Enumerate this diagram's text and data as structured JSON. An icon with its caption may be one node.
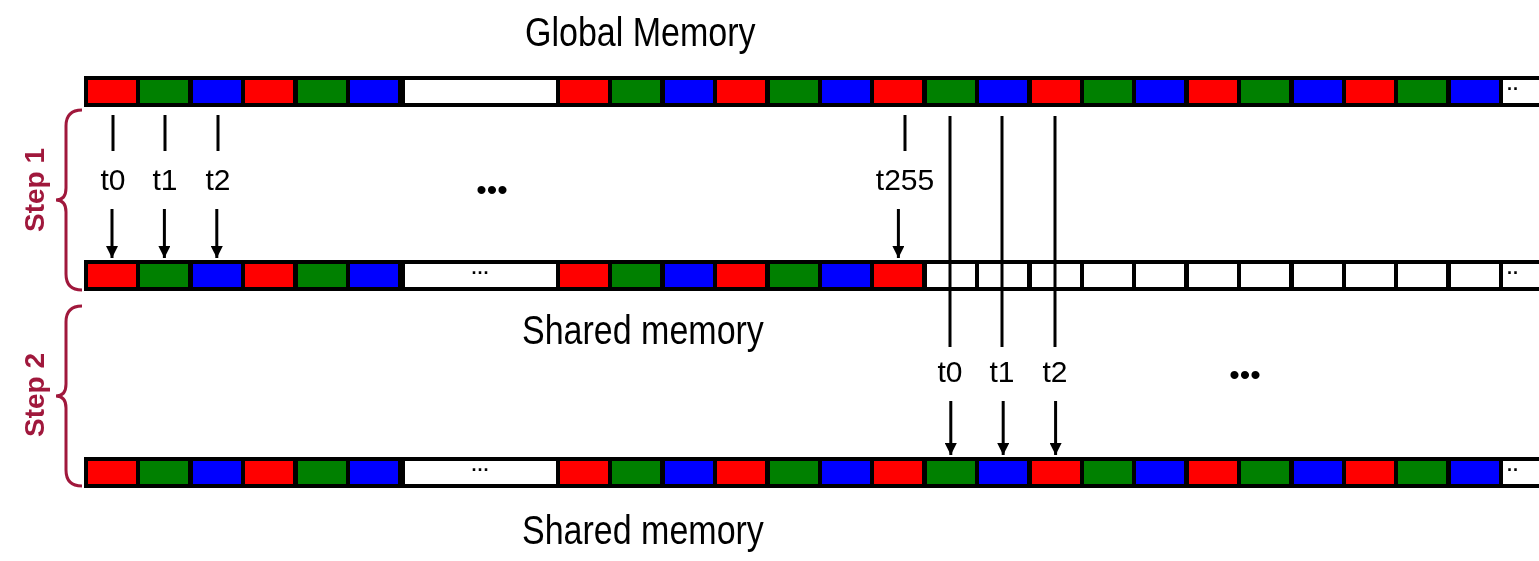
{
  "diagram": {
    "nodes": [
      {
        "text": [
          "Global Memory"
        ]
      },
      {
        "text": [],
        "shape": "box",
        "in": 0
      },
      {
        "text": [],
        "shape": "box",
        "in": 0
      },
      {
        "text": [],
        "shape": "box",
        "in": 0
      },
      {
        "text": [],
        "shape": "box",
        "in": 0
      },
      {
        "text": [],
        "shape": "box",
        "in": 0
      },
      {
        "text": [],
        "shape": "box",
        "in": 0
      },
      {
        "text": [],
        "shape": "box",
        "in": 0
      },
      {
        "text": [
          "t0"
        ]
      },
      {
        "text": [
          "t1"
        ]
      },
      {
        "text": [
          "t2"
        ]
      },
      {
        "text": [
          "t255"
        ]
      },
      {
        "text": [
          "Shared memory"
        ]
      },
      {
        "text": [],
        "shape": "box",
        "in": 12
      },
      {
        "text": [],
        "shape": "box",
        "in": 12
      },
      {
        "text": [],
        "shape": "box",
        "in": 12
      },
      {
        "text": [],
        "shape": "box",
        "in": 12
      },
      {
        "text": [
          "t0"
        ]
      },
      {
        "text": [
          "t1"
        ]
      },
      {
        "text": [
          "t2"
        ]
      },
      {
        "text": [
          "Shared memory"
        ]
      },
      {
        "text": [],
        "shape": "box",
        "in": 20
      },
      {
        "text": [],
        "shape": "box",
        "in": 20
      },
      {
        "text": [],
        "shape": "box",
        "in": 20
      }
    ],
    "edges": [
      {
        "from": 1,
        "to": 8,
        "arrow": "none"
      },
      {
        "from": 8,
        "to": 13,
        "arrow": "to"
      },
      {
        "from": 2,
        "to": 9,
        "arrow": "none"
      },
      {
        "from": 9,
        "to": 14,
        "arrow": "to"
      },
      {
        "from": 3,
        "to": 10,
        "arrow": "none"
      },
      {
        "from": 10,
        "to": 15,
        "arrow": "to"
      },
      {
        "from": 4,
        "to": 11,
        "arrow": "none"
      },
      {
        "from": 11,
        "to": 16,
        "arrow": "to"
      },
      {
        "from": 5,
        "to": 17,
        "arrow": "none"
      },
      {
        "from": 17,
        "to": 21,
        "arrow": "to"
      },
      {
        "from": 6,
        "to": 18,
        "arrow": "none"
      },
      {
        "from": 18,
        "to": 22,
        "arrow": "to"
      },
      {
        "from": 7,
        "to": 19,
        "arrow": "none"
      },
      {
        "from": 19,
        "to": 23,
        "arrow": "to"
      }
    ],
    "labels": [
      "··",
      "Step 1",
      "•••",
      "···",
      "··",
      "Step 2",
      "•••",
      "···",
      "··"
    ]
  }
}
